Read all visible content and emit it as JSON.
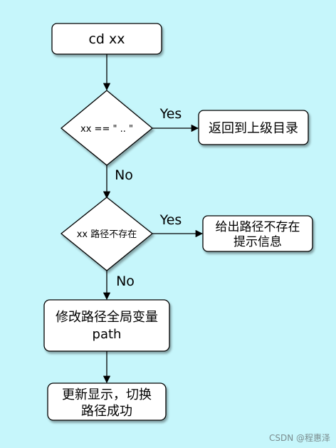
{
  "nodes": {
    "cd": {
      "lines": [
        "cd xx"
      ]
    },
    "dec1": {
      "lines": [
        "xx == \" .. \""
      ]
    },
    "ret_parent": {
      "lines": [
        "返回到上级目录"
      ]
    },
    "dec2": {
      "lines": [
        "xx 路径不存在"
      ]
    },
    "not_exist": {
      "lines": [
        "给出路径不存在",
        "提示信息"
      ]
    },
    "modify": {
      "lines": [
        "修改路径全局变量",
        "path"
      ]
    },
    "update": {
      "lines": [
        "更新显示，切换",
        "路径成功"
      ]
    }
  },
  "edges": {
    "yes1": "Yes",
    "no1": "No",
    "yes2": "Yes",
    "no2": "No"
  },
  "watermark": "CSDN @程惠泽",
  "colors": {
    "background": "#c6f6fb",
    "node_fill": "#ffffff",
    "stroke": "#000000"
  }
}
